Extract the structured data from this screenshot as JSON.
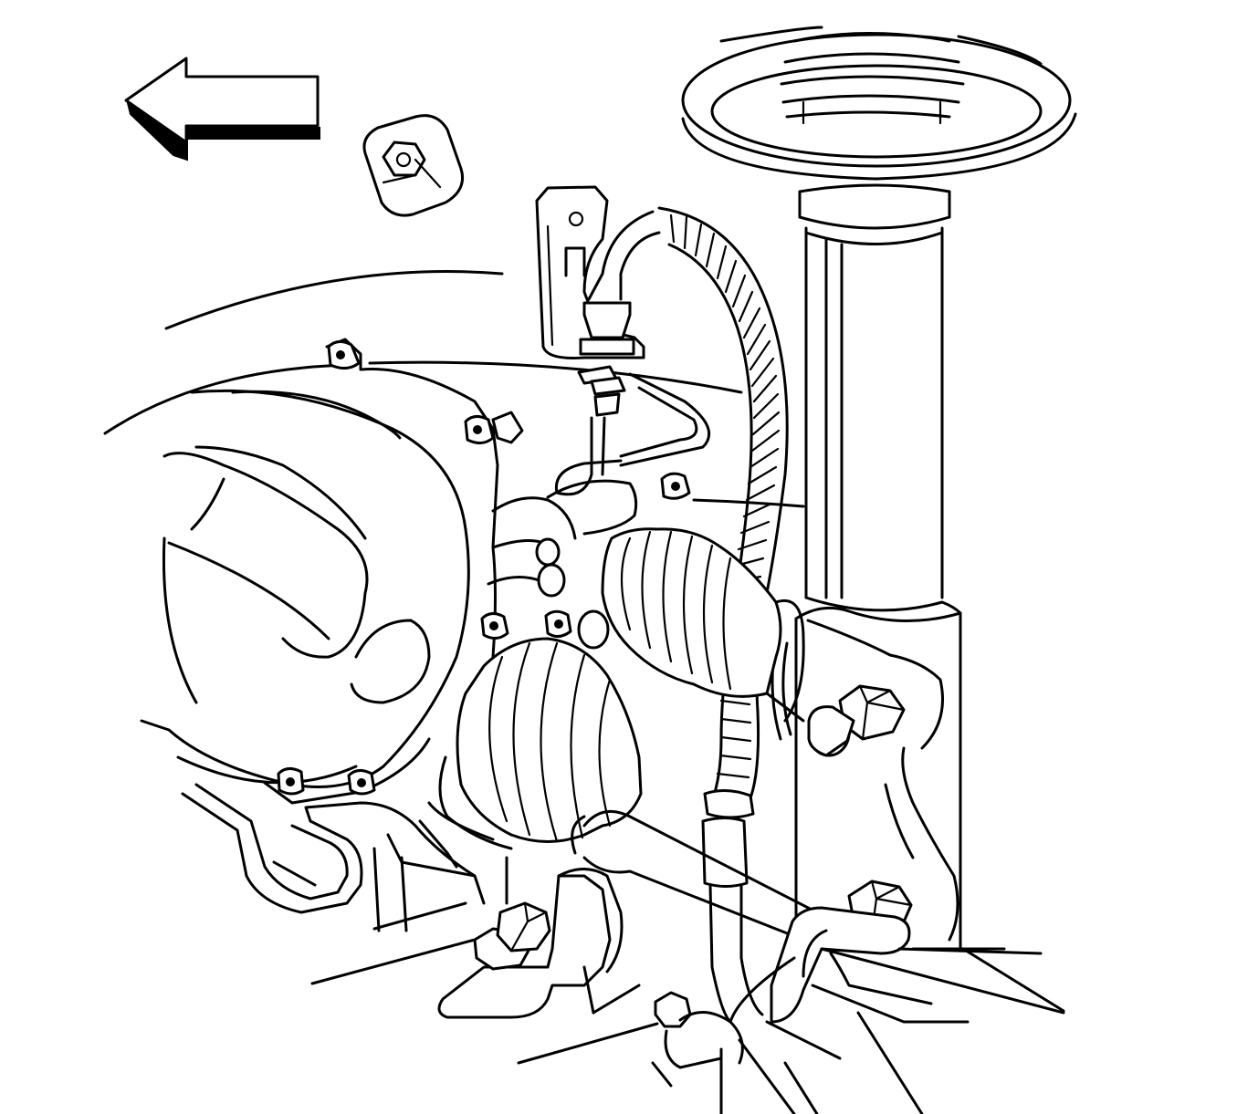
{
  "diagram": {
    "ink_color": "#000000",
    "paper_color": "#ffffff",
    "labels": [],
    "direction_arrow": {
      "icon": "arrow-left-icon",
      "points_to": "left"
    },
    "components": [
      "detached-bolt-with-washer",
      "coil-spring",
      "strut-body",
      "strut-mounting-bolts",
      "brake-hose",
      "brake-hose-bracket",
      "brake-line",
      "transaxle-housing",
      "inner-cv-boot",
      "outer-cv-boot",
      "drive-axle-shaft",
      "stabilizer-link",
      "frame-bracket"
    ]
  }
}
